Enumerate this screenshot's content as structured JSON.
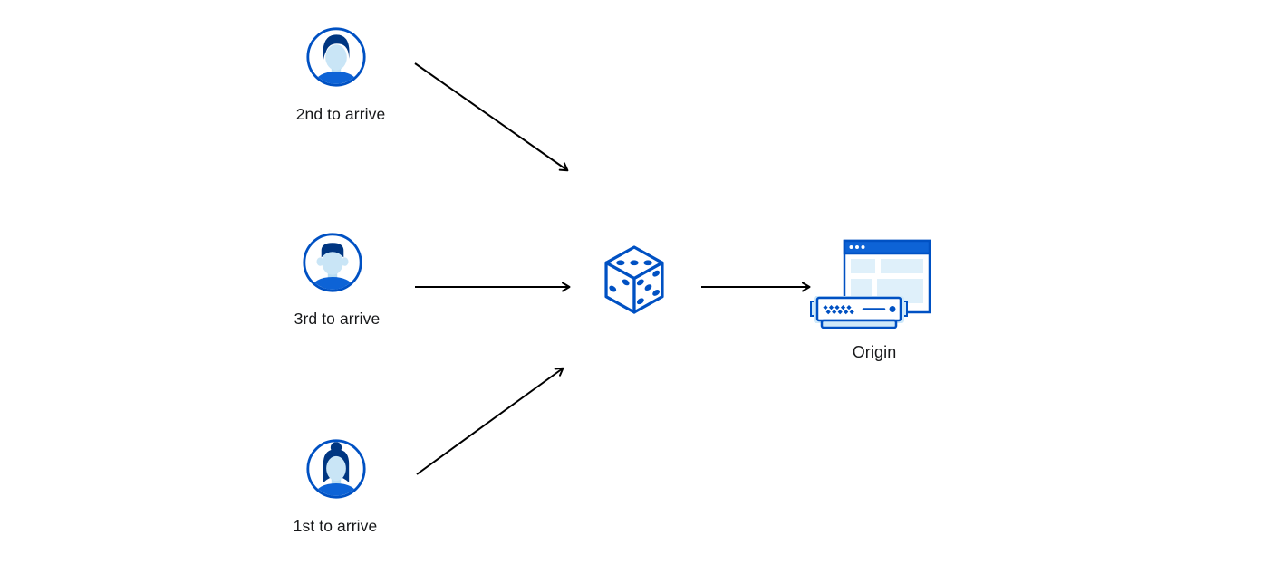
{
  "diagram": {
    "nodes": {
      "visitor_2nd": {
        "label": "2nd to arrive",
        "icon": "user-male-avatar-icon"
      },
      "visitor_3rd": {
        "label": "3rd to arrive",
        "icon": "user-male-avatar-icon"
      },
      "visitor_1st": {
        "label": "1st to arrive",
        "icon": "user-female-avatar-icon"
      },
      "random_selector": {
        "icon": "dice-icon"
      },
      "origin": {
        "label": "Origin",
        "icon": "origin-server-icon"
      }
    },
    "edges": [
      {
        "from": "visitor_2nd",
        "to": "random_selector"
      },
      {
        "from": "visitor_3rd",
        "to": "random_selector"
      },
      {
        "from": "visitor_1st",
        "to": "random_selector"
      },
      {
        "from": "random_selector",
        "to": "origin"
      }
    ]
  },
  "palette": {
    "stroke_blue": "#0051c3",
    "dark_blue_hair": "#003681",
    "mid_blue": "#0d63d6",
    "face_light_blue": "#c9e5f6",
    "block_light_blue": "#dff0fa",
    "halo_light_blue": "#cfe9f9",
    "arrow_black": "#000000",
    "text_color": "#17181a",
    "background": "#ffffff"
  }
}
